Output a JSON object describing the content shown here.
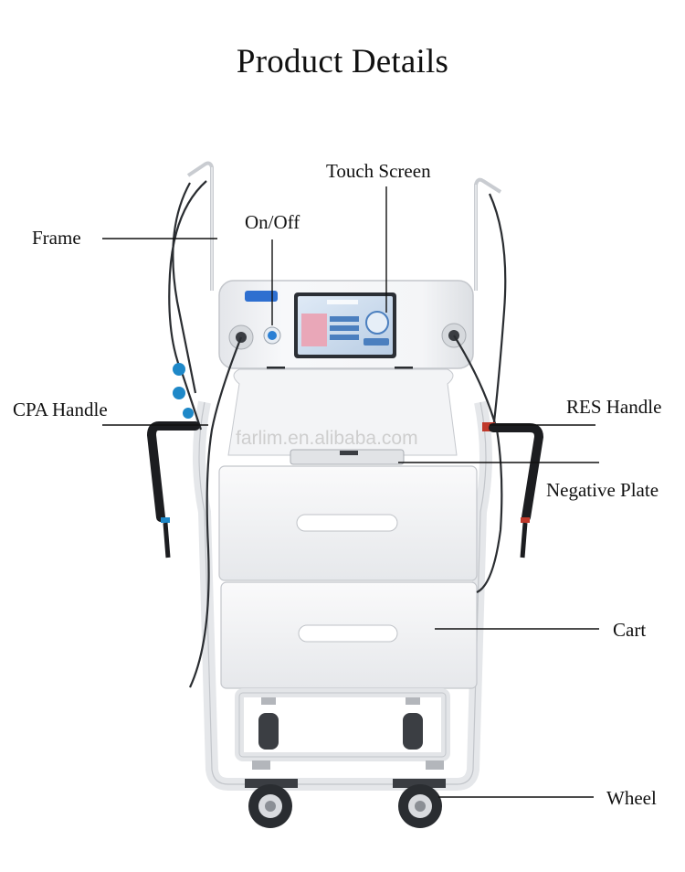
{
  "title": "Product Details",
  "watermark": "farlim.en.alibaba.com",
  "labels": {
    "frame": "Frame",
    "on_off": "On/Off",
    "touch_screen": "Touch Screen",
    "cpa_handle": "CPA Handle",
    "res_handle": "RES Handle",
    "negative_plate": "Negative Plate",
    "cart": "Cart",
    "wheel": "Wheel"
  },
  "colors": {
    "device_body": "#f2f3f5",
    "outline": "#b9bcc2",
    "cable": "#2a2d31",
    "handle": "#1c1d20",
    "cpa_accent": "#1e88c8",
    "res_accent": "#c0392b",
    "power_button": "#2a7fd4",
    "leader_line": "#111111"
  }
}
